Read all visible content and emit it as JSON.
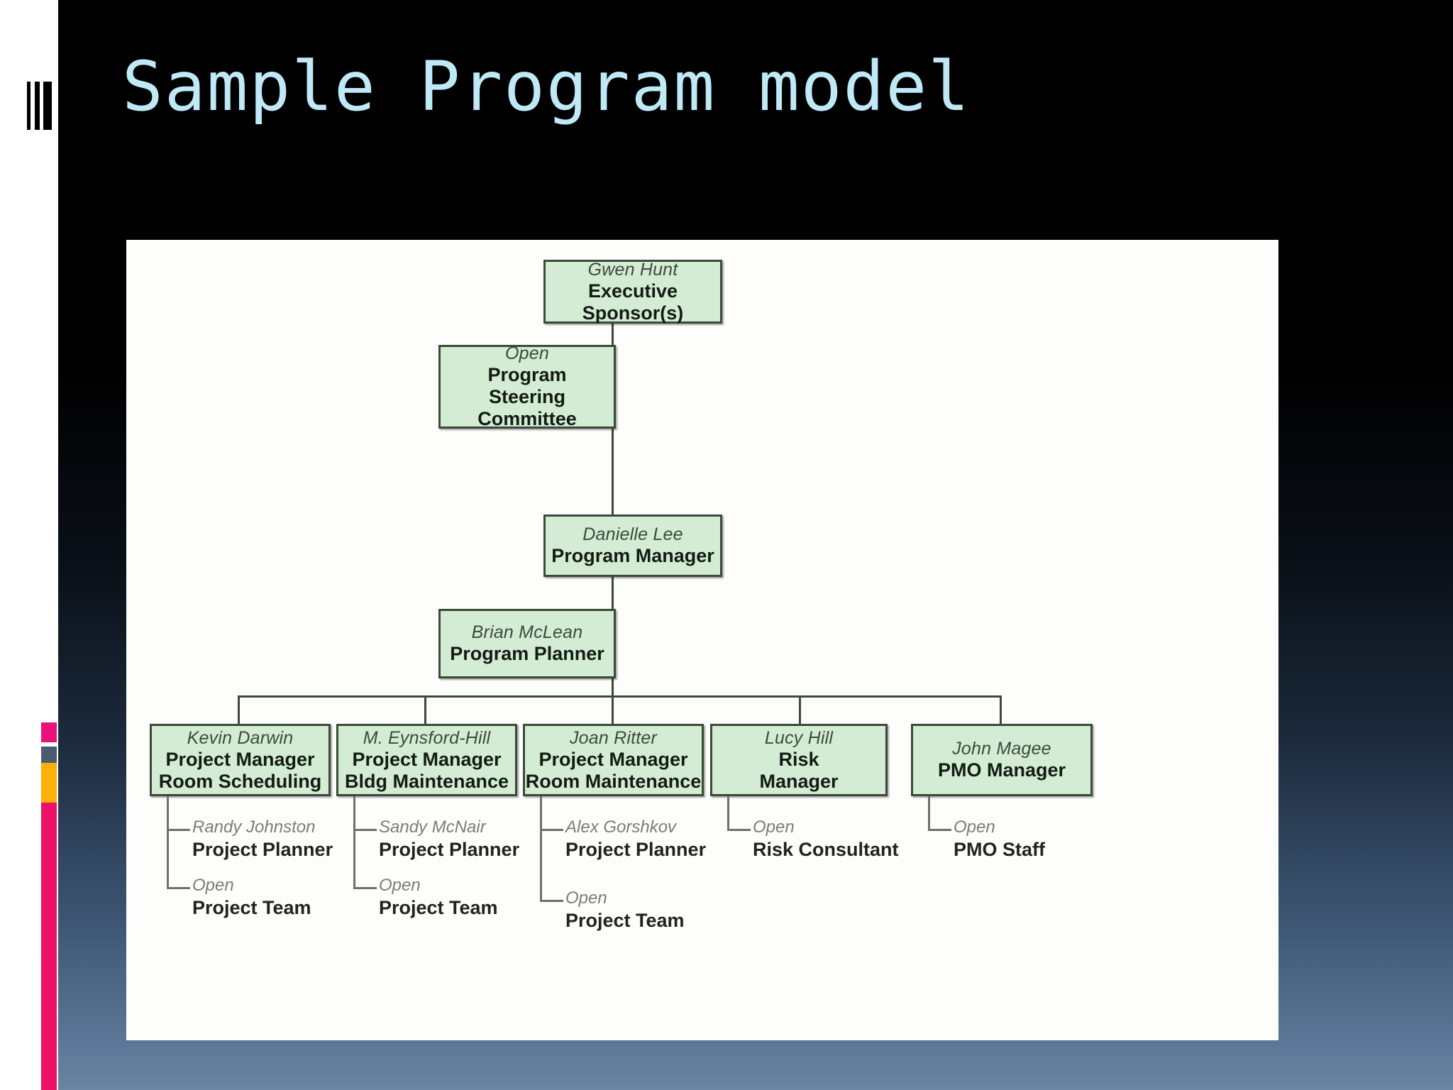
{
  "slide": {
    "title": "Sample Program model",
    "title_color": "#bfe9f7",
    "background_colors": [
      "#000000",
      "#3c5472",
      "#6b85a4"
    ],
    "accent_colors": {
      "pink": "#ed1268",
      "slate": "#4d5b70",
      "orange": "#fbb109",
      "box_fill": "#d4ecd3",
      "box_border": "#3b4a3b"
    }
  },
  "chart_data": {
    "type": "diagram",
    "subtype": "org-chart",
    "title": "Sample Program model",
    "nodes": [
      {
        "id": "exec",
        "name": "Gwen Hunt",
        "role": "Executive Sponsor(s)",
        "role_lines": [
          "Executive",
          "Sponsor(s)"
        ],
        "level": 0
      },
      {
        "id": "steering",
        "name": "Open",
        "role": "Program Steering Committee",
        "role_lines": [
          "Program",
          "Steering",
          "Committee"
        ],
        "level": 1
      },
      {
        "id": "pm",
        "name": "Danielle Lee",
        "role": "Program Manager",
        "role_lines": [
          "Program Manager"
        ],
        "level": 2
      },
      {
        "id": "planner",
        "name": "Brian McLean",
        "role": "Program Planner",
        "role_lines": [
          "Program Planner"
        ],
        "level": 3
      },
      {
        "id": "col1",
        "name": "Kevin Darwin",
        "role": "Project Manager Room Scheduling",
        "role_lines": [
          "Project Manager",
          "Room Scheduling"
        ],
        "level": 4
      },
      {
        "id": "col2",
        "name": "M. Eynsford-Hill",
        "role": "Project Manager Bldg Maintenance",
        "role_lines": [
          "Project Manager",
          "Bldg Maintenance"
        ],
        "level": 4
      },
      {
        "id": "col3",
        "name": "Joan Ritter",
        "role": "Project Manager Room Maintenance",
        "role_lines": [
          "Project Manager",
          "Room Maintenance"
        ],
        "level": 4
      },
      {
        "id": "col4",
        "name": "Lucy Hill",
        "role": "Risk Manager",
        "role_lines": [
          "Risk",
          "Manager"
        ],
        "level": 4
      },
      {
        "id": "col5",
        "name": "John Magee",
        "role": "PMO Manager",
        "role_lines": [
          "PMO Manager"
        ],
        "level": 4
      }
    ],
    "leaves": [
      {
        "parent": "col1",
        "name": "Randy Johnston",
        "role": "Project Planner"
      },
      {
        "parent": "col1",
        "name": "Open",
        "role": "Project Team"
      },
      {
        "parent": "col2",
        "name": "Sandy McNair",
        "role": "Project Planner"
      },
      {
        "parent": "col2",
        "name": "Open",
        "role": "Project Team"
      },
      {
        "parent": "col3",
        "name": "Alex Gorshkov",
        "role": "Project Planner"
      },
      {
        "parent": "col3",
        "name": "Open",
        "role": "Project Team"
      },
      {
        "parent": "col4",
        "name": "Open",
        "role": "Risk Consultant"
      },
      {
        "parent": "col5",
        "name": "Open",
        "role": "PMO Staff"
      }
    ],
    "edges": [
      [
        "exec",
        "steering"
      ],
      [
        "exec",
        "pm"
      ],
      [
        "pm",
        "planner"
      ],
      [
        "pm",
        "col1"
      ],
      [
        "pm",
        "col2"
      ],
      [
        "pm",
        "col3"
      ],
      [
        "pm",
        "col4"
      ],
      [
        "pm",
        "col5"
      ]
    ]
  },
  "nodes": {
    "exec": {
      "name": "Gwen Hunt",
      "l1": "Executive",
      "l2": "Sponsor(s)",
      "l3": ""
    },
    "steering": {
      "name": "Open",
      "l1": "Program",
      "l2": "Steering",
      "l3": "Committee"
    },
    "pm": {
      "name": "Danielle Lee",
      "l1": "Program Manager",
      "l2": "",
      "l3": ""
    },
    "planner": {
      "name": "Brian McLean",
      "l1": "Program Planner",
      "l2": "",
      "l3": ""
    },
    "col1": {
      "name": "Kevin Darwin",
      "l1": "Project Manager",
      "l2": "Room Scheduling",
      "l3": ""
    },
    "col2": {
      "name": "M. Eynsford-Hill",
      "l1": "Project Manager",
      "l2": "Bldg Maintenance",
      "l3": ""
    },
    "col3": {
      "name": "Joan Ritter",
      "l1": "Project Manager",
      "l2": "Room Maintenance",
      "l3": ""
    },
    "col4": {
      "name": "Lucy Hill",
      "l1": "Risk",
      "l2": "Manager",
      "l3": ""
    },
    "col5": {
      "name": "John Magee",
      "l1": "PMO Manager",
      "l2": "",
      "l3": ""
    }
  },
  "leaves": {
    "c1a": {
      "name": "Randy Johnston",
      "role": "Project Planner"
    },
    "c1b": {
      "name": "Open",
      "role": "Project Team"
    },
    "c2a": {
      "name": "Sandy McNair",
      "role": "Project Planner"
    },
    "c2b": {
      "name": "Open",
      "role": "Project Team"
    },
    "c3a": {
      "name": "Alex Gorshkov",
      "role": "Project Planner"
    },
    "c3b": {
      "name": "Open",
      "role": "Project Team"
    },
    "c4a": {
      "name": "Open",
      "role": "Risk Consultant"
    },
    "c5a": {
      "name": "Open",
      "role": "PMO Staff"
    }
  }
}
